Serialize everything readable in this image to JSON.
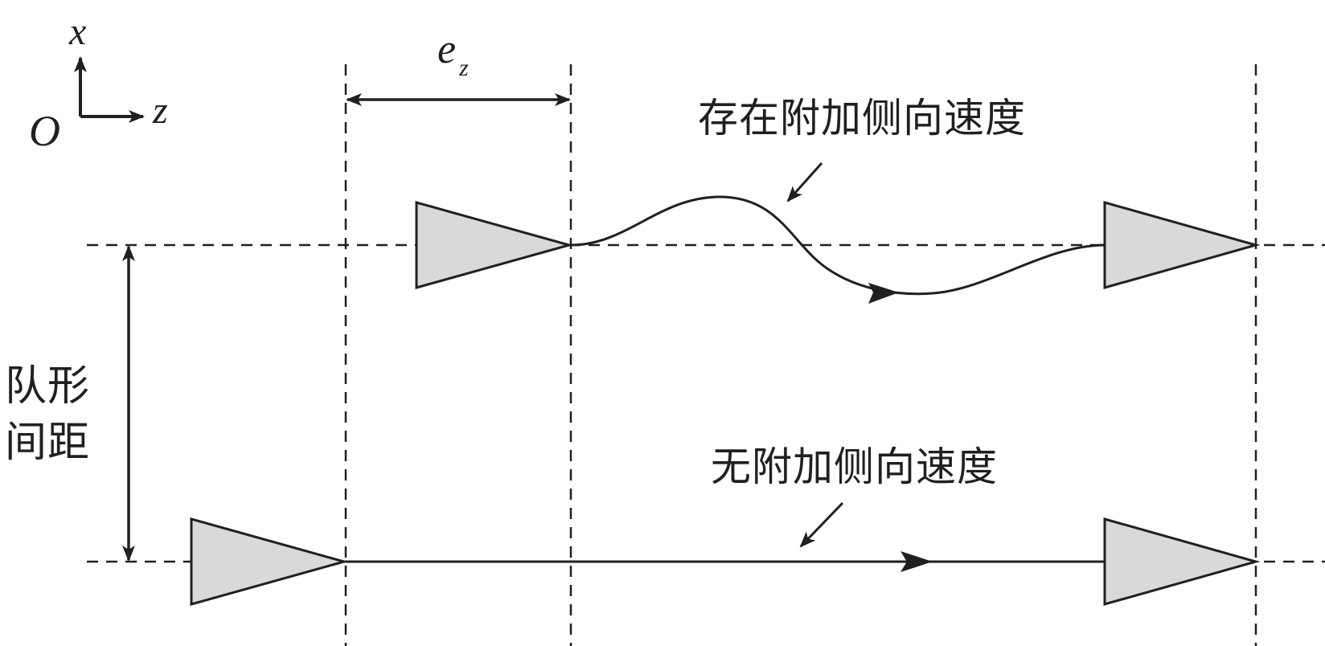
{
  "axes": {
    "x_label": "x",
    "z_label": "z",
    "origin_label": "O"
  },
  "offset": {
    "label_main": "e",
    "label_sub": "z"
  },
  "annotations": {
    "with_lateral": "存在附加侧向速度",
    "without_lateral": "无附加侧向速度",
    "spacing_line1": "队形",
    "spacing_line2": "间距"
  },
  "colors": {
    "stroke": "#231f20",
    "triangle_fill": "#d9d9d9"
  }
}
